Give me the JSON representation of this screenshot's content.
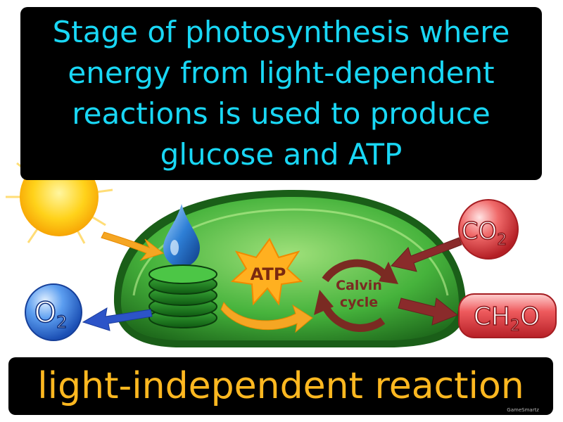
{
  "definition": "Stage of photosynthesis where energy from light-dependent reactions is used to produce glucose and ATP",
  "term": "light-independent reaction",
  "diagram": {
    "atp_label": "ATP",
    "calvin_line1": "Calvin",
    "calvin_line2": "cycle",
    "o2": {
      "main": "O",
      "sub": "2"
    },
    "co2": {
      "main": "CO",
      "sub": "2"
    },
    "ch2o": {
      "pre": "CH",
      "sub": "2",
      "post": "O"
    }
  },
  "watermark": "GameSmartz",
  "colors": {
    "definition_text": "#19d7f5",
    "term_text": "#ffb820",
    "chloroplast": "#2f9a2e",
    "cycle_arrow": "#7a2a22",
    "atp_star": "#ffb020"
  }
}
